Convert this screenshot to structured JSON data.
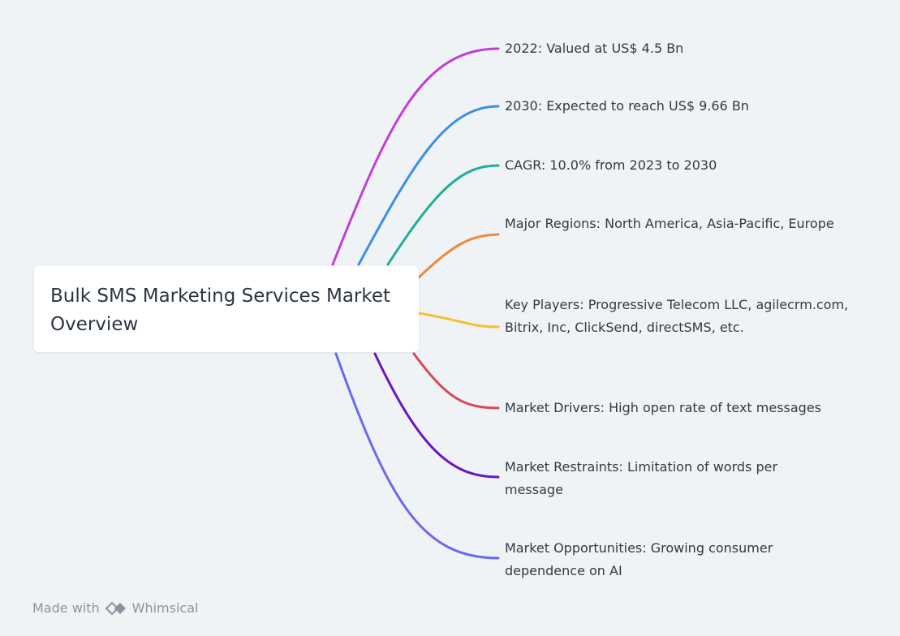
{
  "root": {
    "title": "Bulk SMS Marketing Services Market Overview"
  },
  "branches": [
    {
      "label": "2022: Valued at US$ 4.5 Bn",
      "color": "#c03fd6"
    },
    {
      "label": "2030: Expected to reach US$ 9.66 Bn",
      "color": "#3d8fdf"
    },
    {
      "label": "CAGR: 10.0% from 2023 to 2030",
      "color": "#1fae9a"
    },
    {
      "label": "Major Regions: North America, Asia-Pacific, Europe",
      "color": "#ee8a3c"
    },
    {
      "label": "Key Players: Progressive Telecom LLC, agilecrm.com, Bitrix, Inc, ClickSend, directSMS, etc.",
      "color": "#f4c22e"
    },
    {
      "label": "Market Drivers: High open rate of text messages",
      "color": "#d54a58"
    },
    {
      "label": "Market Restraints: Limitation of words per message",
      "color": "#6a16c2"
    },
    {
      "label": "Market Opportunities: Growing consumer dependence on AI",
      "color": "#6a6af0"
    }
  ],
  "footer": {
    "made_with": "Made with",
    "brand": "Whimsical"
  }
}
